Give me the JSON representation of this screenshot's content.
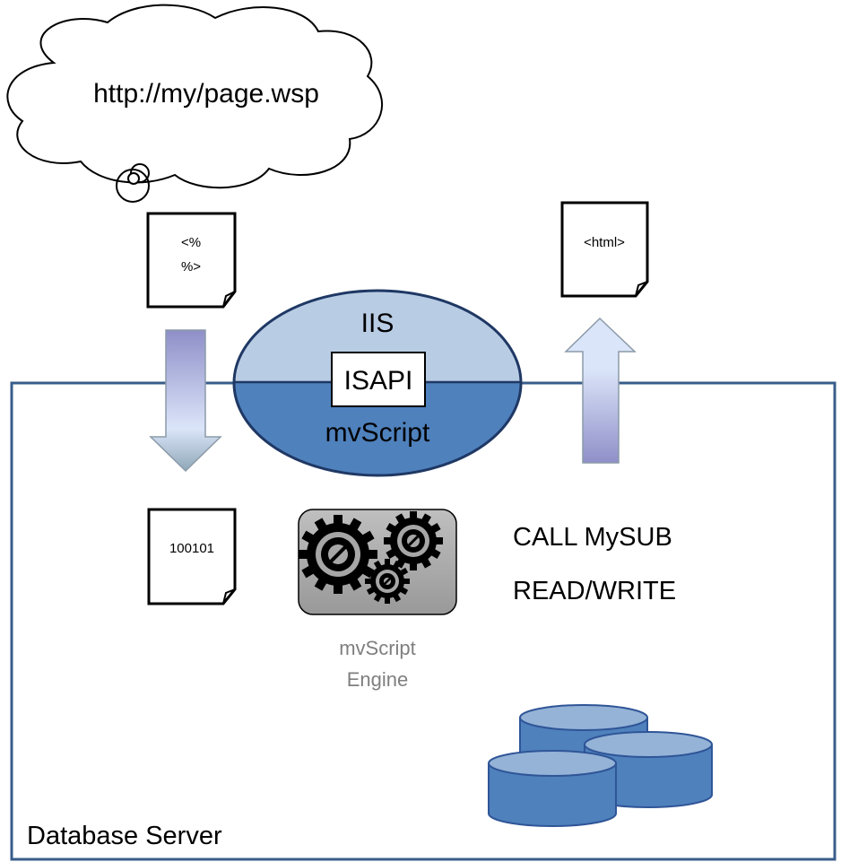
{
  "cloud": {
    "url_text": "http://my/page.wsp"
  },
  "script_doc": {
    "line1": "<%",
    "line2": "%>"
  },
  "html_doc": {
    "text": "<html>"
  },
  "binary_doc": {
    "text": "100101"
  },
  "iis_ellipse": {
    "top_label": "IIS",
    "center_label": "ISAPI",
    "bottom_label": "mvScript",
    "top_color": "#b8cce4",
    "bottom_color": "#4f81bd",
    "outline_color": "#1f3864"
  },
  "engine": {
    "line1": "mvScript",
    "line2": "Engine",
    "box_color": "#a6a6a6",
    "label_color": "#7f7f7f"
  },
  "operations": {
    "call": "CALL MySUB",
    "readwrite": "READ/WRITE"
  },
  "server": {
    "label": "Database Server",
    "border_color": "#385d8a"
  },
  "database_color": "#4f81bd",
  "arrow_colors": {
    "light": "#dbe5f9",
    "dark": "#8f8fc8"
  }
}
